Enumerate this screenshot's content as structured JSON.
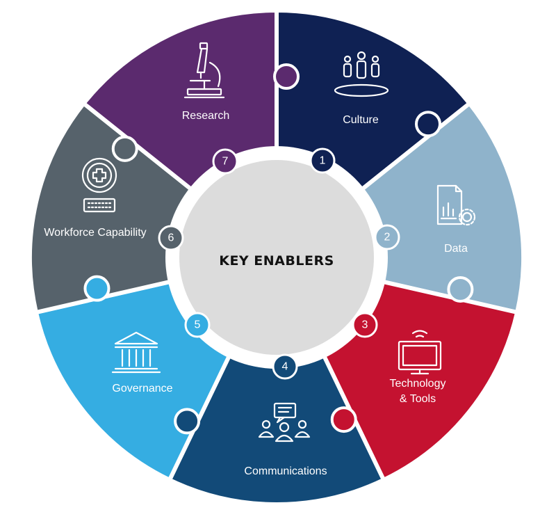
{
  "center": {
    "title": "KEY ENABLERS"
  },
  "segments": [
    {
      "number": "1",
      "label": [
        "Culture"
      ],
      "color": "#0f2153",
      "icon": "people-group-icon"
    },
    {
      "number": "2",
      "label": [
        "Data"
      ],
      "color": "#8fb3cb",
      "icon": "document-chart-gear-icon"
    },
    {
      "number": "3",
      "label": [
        "Technology",
        "& Tools"
      ],
      "color": "#c41230",
      "icon": "monitor-wifi-icon"
    },
    {
      "number": "4",
      "label": [
        "Communications"
      ],
      "color": "#124a78",
      "icon": "team-chat-icon"
    },
    {
      "number": "5",
      "label": [
        "Governance"
      ],
      "color": "#35ade2",
      "icon": "government-building-icon"
    },
    {
      "number": "6",
      "label": [
        "Workforce Capability"
      ],
      "color": "#56626b",
      "icon": "medical-computer-icon"
    },
    {
      "number": "7",
      "label": [
        "Research"
      ],
      "color": "#5b2a6e",
      "icon": "microscope-icon"
    }
  ]
}
